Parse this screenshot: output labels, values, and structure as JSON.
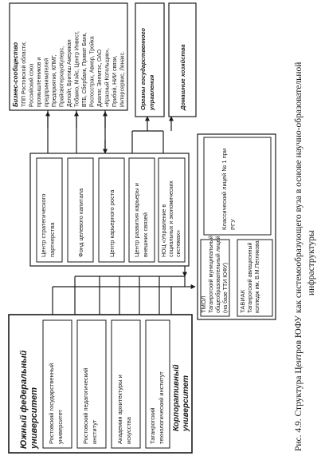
{
  "caption": [
    "Рис. 4.9. Структура Центров ЮФУ как системообразующего вуза в основе научно-образовательной",
    "инфраструктуры"
  ],
  "university": {
    "title": [
      "Южный федеральный",
      "университет"
    ],
    "members": [
      [
        "Ростовский государственный",
        "университет"
      ],
      [
        "Ростовский педагогический",
        "институт"
      ],
      [
        "Академия архитектуры и",
        "искусства"
      ],
      [
        "Таганрогский",
        "технологический институт"
      ]
    ],
    "corporate_label": [
      "Корпоративный",
      "университет"
    ]
  },
  "centers": [
    [
      "Центр стратегического",
      "партнерства"
    ],
    [
      "Фонд целевого капитала"
    ],
    [
      "Центр карьерного роста"
    ],
    [
      "Центр развития карьеры и",
      "внешних связей"
    ],
    [
      "НОЦ «Управление в",
      "социальных и экономических",
      "системах»"
    ]
  ],
  "business": {
    "title": "Бизнес-сообщество",
    "lines": [
      "ТПП Ростовской области;",
      "Российский союз",
      "промышленников и",
      "предпринимателей",
      "Предприятия, КПМГ,",
      "ПрайсвотерхаусКуперс,",
      "Делойт, Бритиш Американ",
      "Тобакко, Мэйс, Центр Инвест,",
      "ВТБ, Сбербанк, Приват Банк,",
      "Росгосстрах, Авиор, Тройка",
      "Диалог, Элемтэс, ОАО",
      "«Красный Котельщик»,",
      "Прибой, НИИ связи,",
      "Интерсервис, Ленакс."
    ]
  },
  "government": [
    "Органы государственного",
    "управления"
  ],
  "households": "Домашние хозяйства",
  "schools": {
    "lyceum": [
      "Классический лицей № 1 при",
      "РГУ"
    ],
    "tmol": {
      "title": "ТМОЛ",
      "lines": [
        "Таганрогский муниципальный",
        "общеобразовательный лицей",
        "(на базе ТТИ ЮФУ)"
      ]
    },
    "taviak": {
      "title": "ТАВИАК",
      "lines": [
        "Таганрогский авиационный",
        "колледж им. В.М.Петлякова"
      ]
    }
  }
}
